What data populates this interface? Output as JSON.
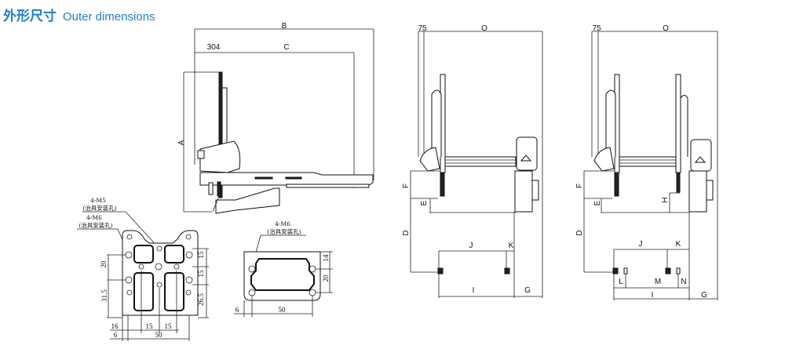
{
  "header": {
    "title_cn": "外形尺寸",
    "title_en": "Outer dimensions"
  },
  "side_view": {
    "B": "B",
    "C": "C",
    "offset": "304",
    "A": "A"
  },
  "front_view_single": {
    "offset": "75",
    "O": "O",
    "F": "F",
    "E": "E",
    "D": "D",
    "J": "J",
    "K": "K",
    "I": "I",
    "G": "G"
  },
  "front_view_double": {
    "offset": "75",
    "O": "O",
    "F": "F",
    "E": "E",
    "D": "D",
    "H": "H",
    "J": "J",
    "K": "K",
    "L": "L",
    "M": "M",
    "N": "N",
    "I": "I",
    "G": "G"
  },
  "plate_a": {
    "note1_code": "4-M5",
    "note1_desc": "(治具安装孔)",
    "note2_code": "4-M6",
    "note2_desc": "(治具安装孔)",
    "dim_left_top": "20",
    "dim_left_bottom": "31.5",
    "dim_right_1": "15",
    "dim_right_2": "15",
    "dim_right_3": "26.5",
    "dim_bottom_16": "16",
    "dim_bottom_15a": "15",
    "dim_bottom_15b": "15",
    "dim_bottom_6": "6",
    "dim_bottom_50": "50"
  },
  "plate_b": {
    "note_code": "4-M6",
    "note_desc": "(治具安装孔)",
    "dim_right_14": "14",
    "dim_right_20": "20",
    "dim_bottom_6": "6",
    "dim_bottom_50": "50"
  }
}
